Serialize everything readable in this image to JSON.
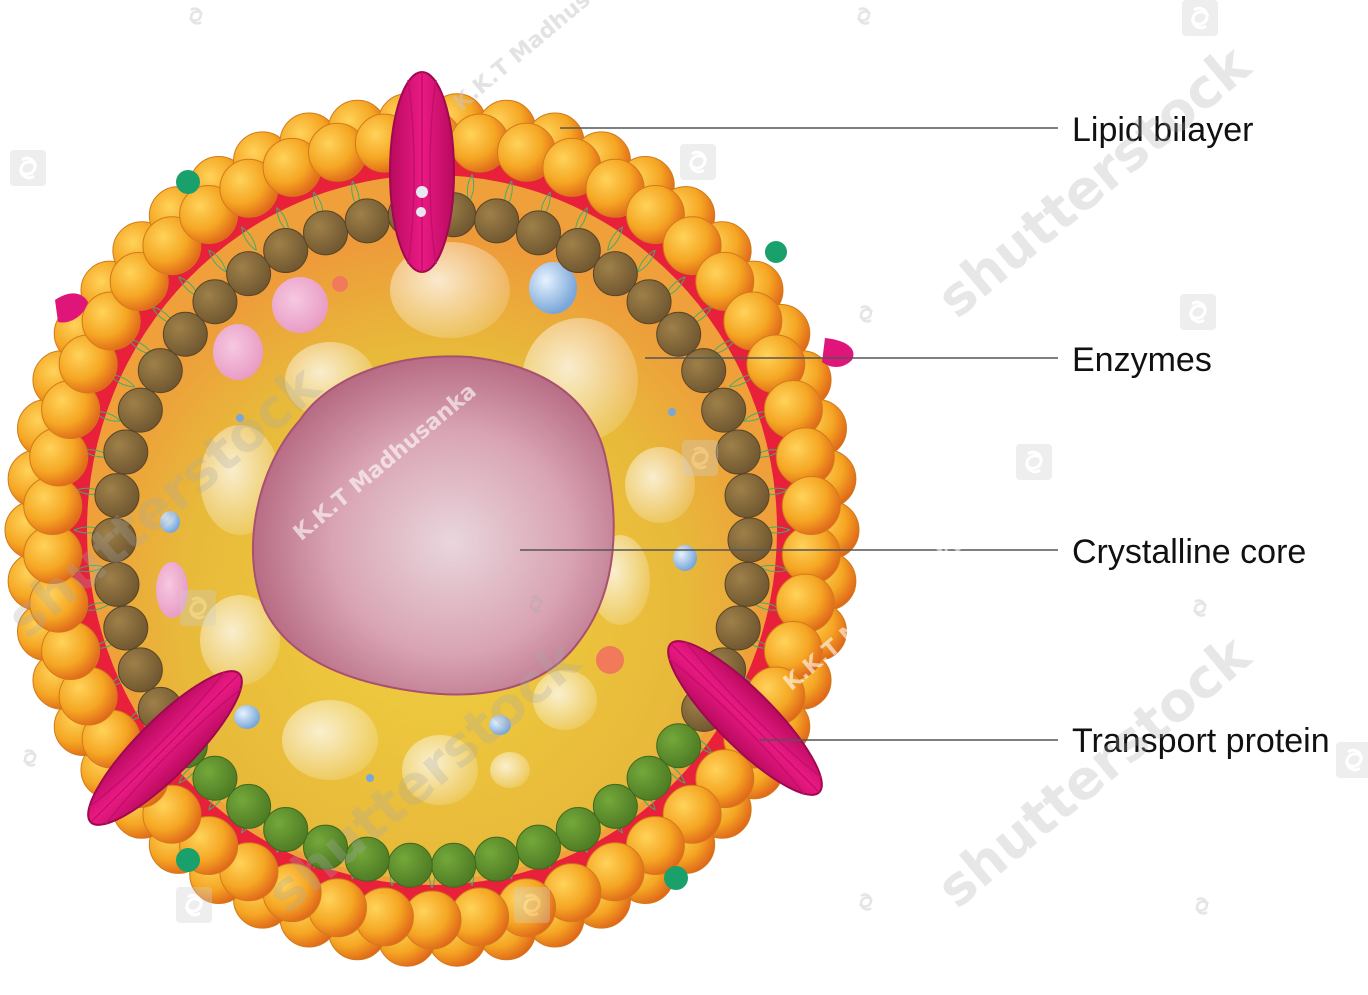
{
  "labels": {
    "lipid_bilayer": "Lipid bilayer",
    "enzymes": "Enzymes",
    "crystalline_core": "Crystalline core",
    "transport_protein": "Transport protein"
  },
  "watermark": {
    "brand": "shutterstock",
    "author": "K.K.T Madhusanka"
  },
  "colors": {
    "outer_lipid_head": "#f5a623",
    "inner_lipid_head_top": "#8a6a3a",
    "inner_lipid_head_bottom": "#5f8f2e",
    "membrane_band": "#e8203a",
    "matrix": "#e8c23a",
    "core": "#c87a8a",
    "transport_protein": "#e0157a",
    "green_dots": "#1aa06a",
    "leader_line": "#555555"
  },
  "icons": [
    "watermark-logo-icon"
  ]
}
